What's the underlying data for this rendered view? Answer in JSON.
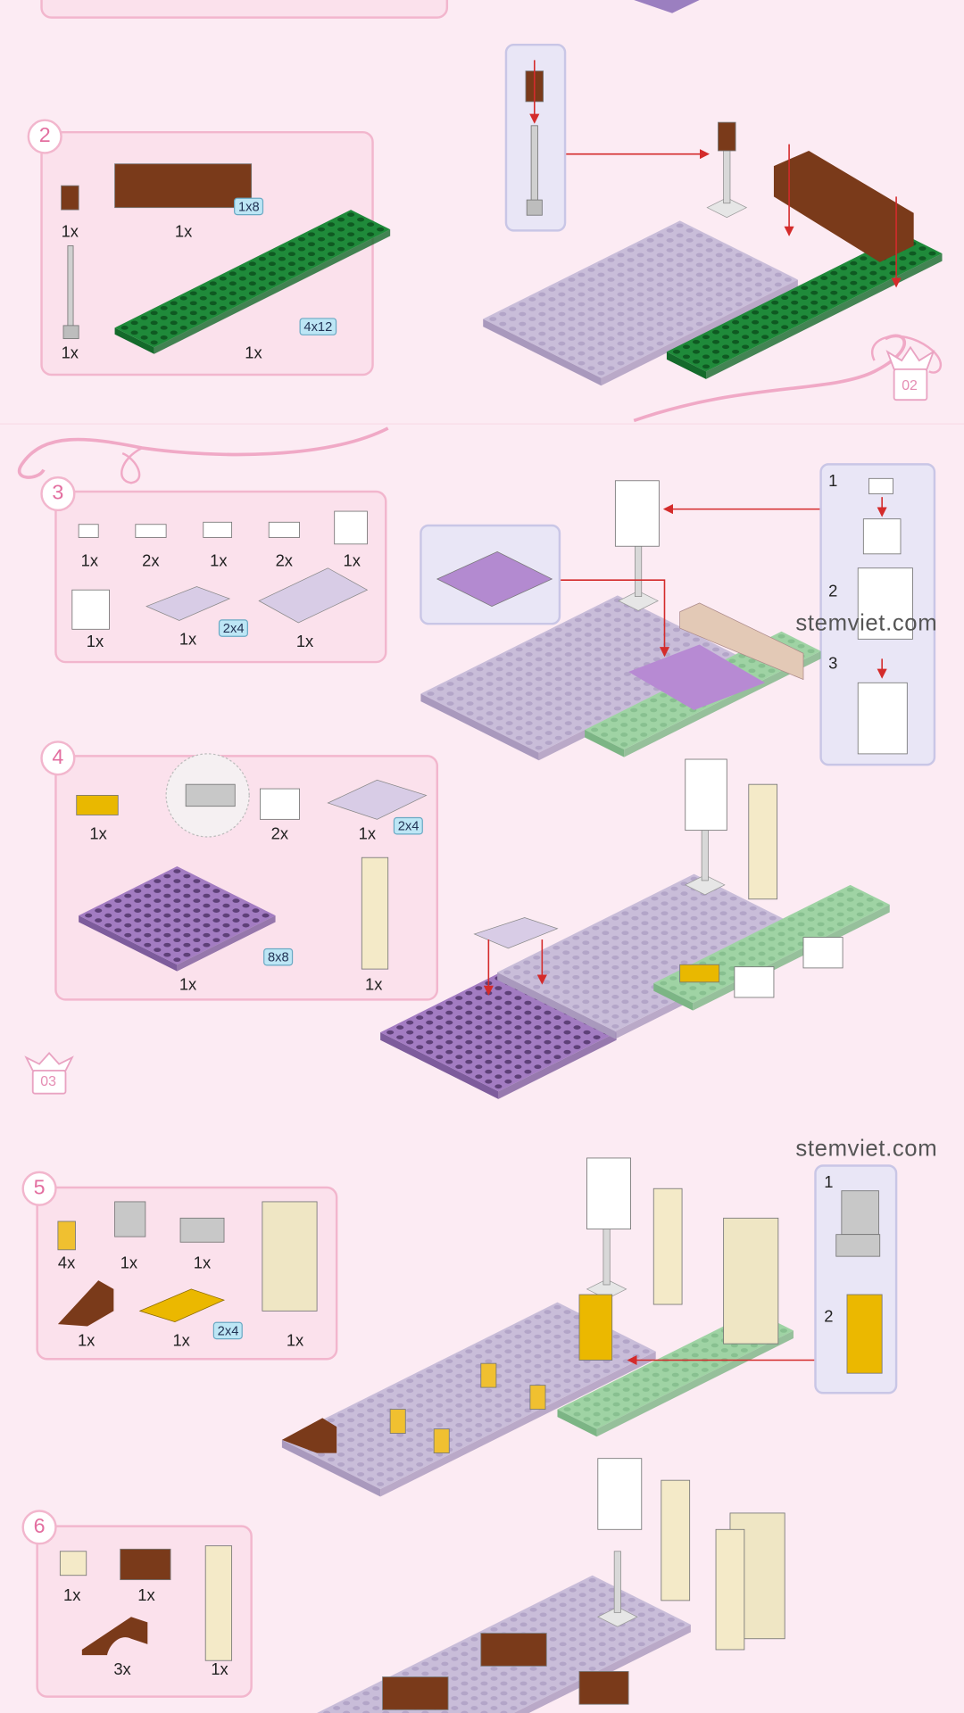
{
  "watermark": "stemviet.com",
  "page_numbers": [
    "02",
    "03"
  ],
  "colors": {
    "background": "#fcebf3",
    "panel_border": "#f2b6cd",
    "panel_fill": "#fbe1ec",
    "callout_fill": "#e9e6f6",
    "arrow": "#d42b2b",
    "size_tag": "#bde6f5"
  },
  "steps": [
    {
      "number": "2",
      "parts": [
        {
          "name": "brown-round-brick",
          "qty": "1x"
        },
        {
          "name": "brown-brick-1x8",
          "qty": "1x",
          "size": "1x8"
        },
        {
          "name": "gray-lamp-pole",
          "qty": "1x"
        },
        {
          "name": "green-plate-4x12",
          "qty": "1x",
          "size": "4x12"
        }
      ]
    },
    {
      "number": "3",
      "parts": [
        {
          "name": "white-round-plate",
          "qty": "1x"
        },
        {
          "name": "white-tile",
          "qty": "2x"
        },
        {
          "name": "white-plate-1x1",
          "qty": "1x"
        },
        {
          "name": "white-slope",
          "qty": "2x"
        },
        {
          "name": "white-brick-studs-side",
          "qty": "1x"
        },
        {
          "name": "white-dome",
          "qty": "1x"
        },
        {
          "name": "lavender-tile-2x4",
          "qty": "1x",
          "size": "2x4"
        },
        {
          "name": "lavender-printed-tile",
          "qty": "1x"
        }
      ]
    },
    {
      "number": "4",
      "parts": [
        {
          "name": "yellow-brick",
          "qty": "1x"
        },
        {
          "name": "white-brick",
          "qty": "2x"
        },
        {
          "name": "lavender-tile-2x4",
          "qty": "1x",
          "size": "2x4"
        },
        {
          "name": "purple-plate-8x8",
          "qty": "1x",
          "size": "8x8"
        },
        {
          "name": "tan-pillar",
          "qty": "1x"
        }
      ]
    },
    {
      "number": "5",
      "parts": [
        {
          "name": "yellow-cone",
          "qty": "4x"
        },
        {
          "name": "gray-plate-with-pin",
          "qty": "1x"
        },
        {
          "name": "gray-hinge",
          "qty": "1x"
        },
        {
          "name": "brown-slope",
          "qty": "1x"
        },
        {
          "name": "yellow-tile-2x4",
          "qty": "1x",
          "size": "2x4"
        },
        {
          "name": "tan-tall-brick",
          "qty": "1x"
        }
      ]
    },
    {
      "number": "6",
      "parts": [
        {
          "name": "tan-plate-1x1",
          "qty": "1x"
        },
        {
          "name": "brown-corner-plate",
          "qty": "1x"
        },
        {
          "name": "brown-arch",
          "qty": "3x"
        },
        {
          "name": "tan-pillar",
          "qty": "1x"
        }
      ]
    }
  ],
  "callouts": {
    "step3": [
      "1",
      "2",
      "3"
    ],
    "step5": [
      "1",
      "2"
    ]
  }
}
